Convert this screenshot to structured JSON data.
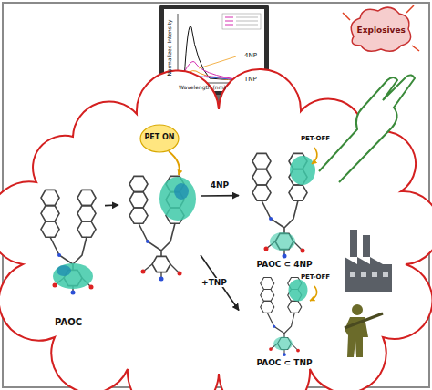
{
  "diagram": {
    "nodes": [
      {
        "text": [
          "PAOC"
        ]
      },
      {
        "text": [
          "PET ON"
        ]
      },
      {
        "text": [
          "PET-OFF",
          "PAOC ⊂ 4NP"
        ]
      },
      {
        "text": [
          "PET-OFF",
          "PAOC ⊂ TNP"
        ]
      }
    ],
    "edges": [
      {
        "from": 0,
        "to": 1,
        "arrow": "to"
      },
      {
        "from": 1,
        "to": 2,
        "label": "4NP",
        "arrow": "to"
      },
      {
        "from": 1,
        "to": 3,
        "label": "+TNP",
        "arrow": "to"
      }
    ],
    "labels": [
      "Normalized Intensity",
      "Wavelength (nm)",
      "4NP",
      "TNP",
      "Explosives"
    ]
  }
}
